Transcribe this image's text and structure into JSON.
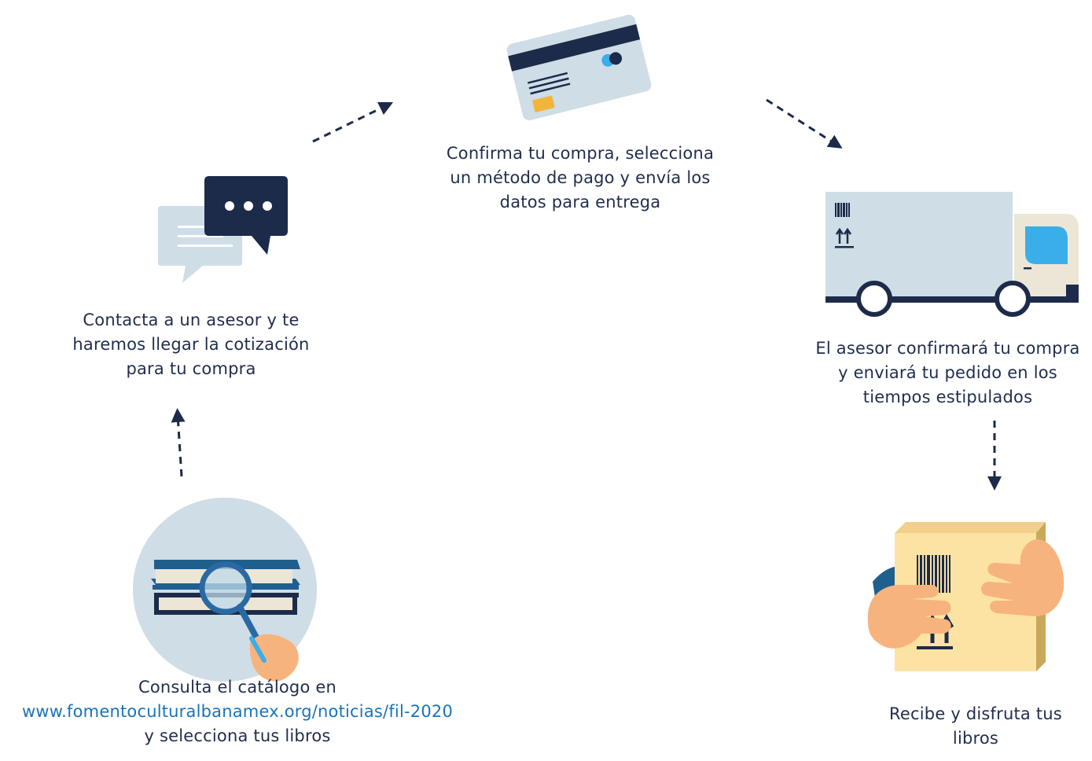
{
  "steps": [
    {
      "id": "consulta",
      "icon": "books-magnifier-icon",
      "lines": [
        "Consulta el catálogo en",
        "www.fomentoculturalbanamex.org/noticias/fil-2020",
        "y selecciona  tus libros"
      ]
    },
    {
      "id": "contacta",
      "icon": "chat-bubbles-icon",
      "lines": [
        "Contacta a un asesor y te",
        "haremos llegar la cotización",
        "para tu compra"
      ]
    },
    {
      "id": "confirma",
      "icon": "credit-card-icon",
      "lines": [
        "Confirma tu compra, selecciona",
        "un método de pago y envía los",
        "datos  para entrega"
      ]
    },
    {
      "id": "envio",
      "icon": "delivery-truck-icon",
      "lines": [
        "El asesor confirmará tu compra",
        "y enviará tu pedido en los",
        "tiempos estipulados"
      ]
    },
    {
      "id": "recibe",
      "icon": "package-hands-icon",
      "lines": [
        "Recibe y disfruta tus",
        "libros"
      ]
    }
  ],
  "colors": {
    "navy": "#1c2b4a",
    "light_blue": "#cfdde6",
    "accent_blue": "#3aaee8",
    "link": "#1a73b8",
    "skin": "#f7b37d",
    "box": "#fde3a3"
  }
}
